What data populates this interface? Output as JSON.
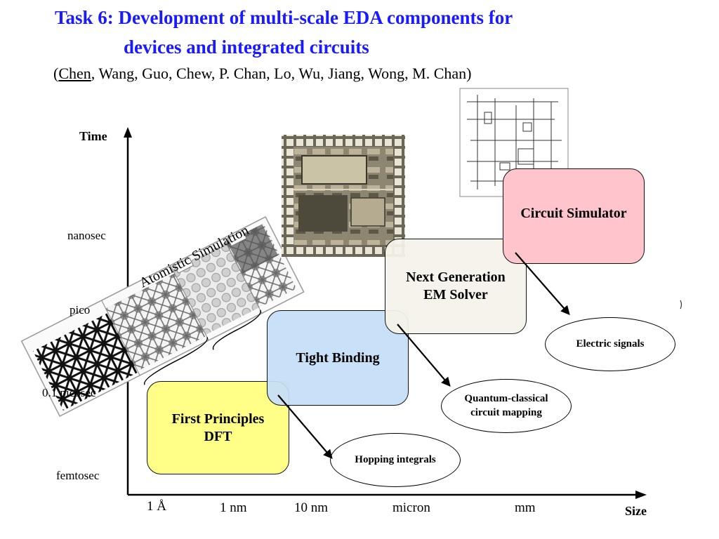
{
  "title": {
    "line1": "Task 6: Development of multi-scale EDA components for",
    "line2": "devices and integrated circuits"
  },
  "authors": {
    "open": "(",
    "lead": "Chen",
    "rest": ", Wang, Guo, Chew, P. Chan, Lo, Wu, Jiang, Wong, M. Chan)"
  },
  "axes": {
    "y_title": "Time",
    "x_title": "Size",
    "y_ticks": [
      "nanosec",
      "pico",
      "0.1 picosec",
      "femtosec"
    ],
    "x_ticks": [
      "1 Å",
      "1 nm",
      "10 nm",
      "micron",
      "mm"
    ]
  },
  "boxes": {
    "dft": {
      "line1": "First Principles",
      "line2": "DFT",
      "color": "#ffff88"
    },
    "tight_binding": {
      "label": "Tight Binding",
      "color": "#c5dff8"
    },
    "em_solver": {
      "line1": "Next Generation",
      "line2": "EM Solver",
      "color": "#f4f2ea"
    },
    "circuit_sim": {
      "label": "Circuit Simulator",
      "color": "#ffc4cc"
    }
  },
  "outputs": {
    "hopping": "Hopping integrals",
    "quantum": {
      "line1": "Quantum-classical",
      "line2": "circuit mapping"
    },
    "electric": "Electric signals"
  },
  "atomistic_label": "Atomistic Simulation",
  "colors": {
    "title": "#1a1aff",
    "overlap": "#c8e4a8"
  }
}
